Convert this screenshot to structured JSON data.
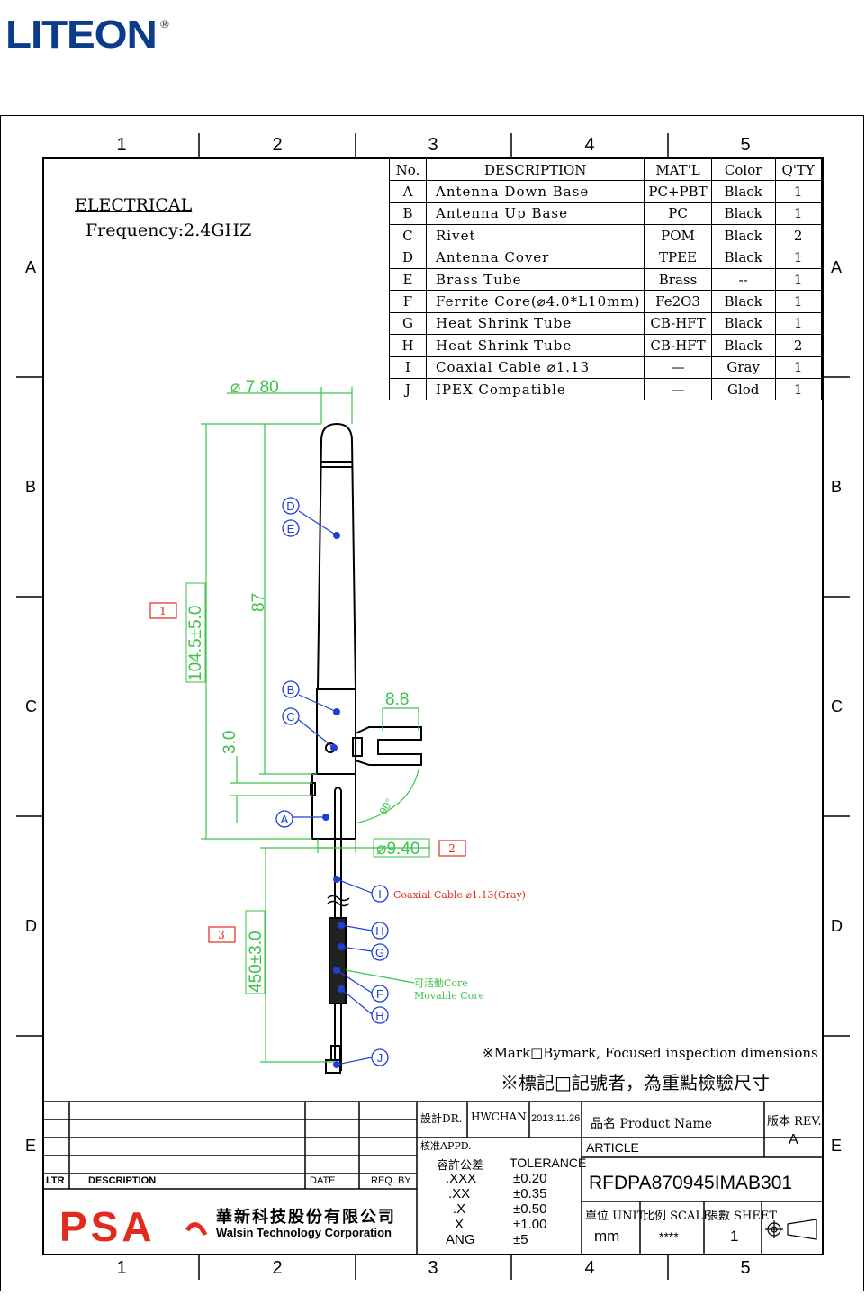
{
  "logo": {
    "text": "LITEON",
    "mark": "®"
  },
  "zones": {
    "numbers": [
      "1",
      "2",
      "3",
      "4",
      "5"
    ],
    "letters": [
      "A",
      "B",
      "C",
      "D",
      "E"
    ]
  },
  "electrical": {
    "title": "ELECTRICAL",
    "frequency": "Frequency:2.4GHZ"
  },
  "bom": {
    "headers": [
      "No.",
      "DESCRIPTION",
      "MAT'L",
      "Color",
      "Q'TY"
    ],
    "rows": [
      [
        "A",
        "Antenna Down Base",
        "PC+PBT",
        "Black",
        "1"
      ],
      [
        "B",
        "Antenna Up Base",
        "PC",
        "Black",
        "1"
      ],
      [
        "C",
        "Rivet",
        "POM",
        "Black",
        "2"
      ],
      [
        "D",
        "Antenna Cover",
        "TPEE",
        "Black",
        "1"
      ],
      [
        "E",
        "Brass Tube",
        "Brass",
        "--",
        "1"
      ],
      [
        "F",
        "Ferrite Core(⌀4.0*L10mm)",
        "Fe2O3",
        "Black",
        "1"
      ],
      [
        "G",
        "Heat Shrink Tube",
        "CB-HFT",
        "Black",
        "1"
      ],
      [
        "H",
        "Heat Shrink Tube",
        "CB-HFT",
        "Black",
        "2"
      ],
      [
        "I",
        "Coaxial Cable ⌀1.13",
        "—",
        "Gray",
        "1"
      ],
      [
        "J",
        "IPEX Compatible",
        "—",
        "Glod",
        "1"
      ]
    ]
  },
  "dimensions": {
    "dia_top": "⌀ 7.80",
    "len_total": "104.5±5.0",
    "len_cover": "87",
    "offset": "3.0",
    "width_base": "8.8",
    "angle": "90°",
    "dia_base": "⌀9.40",
    "len_cable": "450±3.0",
    "mark1": "1",
    "mark2": "2",
    "mark3": "3"
  },
  "callouts": {
    "D": "D",
    "E": "E",
    "B": "B",
    "C": "C",
    "A": "A",
    "I": "I",
    "H1": "H",
    "G": "G",
    "F": "F",
    "H2": "H",
    "J": "J",
    "cable_label": "Coaxial Cable ⌀1.13(Gray)",
    "core_label_cn": "可活動Core",
    "core_label_en": "Movable Core"
  },
  "notes": {
    "en": "※Mark□Bymark, Focused inspection dimensions",
    "cn": "※標記□記號者，為重點檢驗尺寸"
  },
  "title_block": {
    "design_label": "設計DR.",
    "designer": "HWCHAN",
    "date": "2013.11.26",
    "approve_label": "核准APPD.",
    "product_label": "品名 Product Name",
    "article_label": "ARTICLE",
    "rev_label": "版本 REV.",
    "rev": "A",
    "tol_label_cn": "容許公差",
    "tol_label_en": "TOLERANCE",
    "tol_keys": [
      ".XXX",
      ".XX",
      ".X",
      "X",
      "ANG"
    ],
    "tol_vals": [
      "±0.20",
      "±0.35",
      "±0.50",
      "±1.00",
      "±5"
    ],
    "part_no": "RFDPA870945IMAB301",
    "unit_label": "單位 UNIT",
    "unit": "mm",
    "scale_label": "比例 SCALE",
    "scale": "****",
    "sheet_label": "張數 SHEET",
    "sheet": "1",
    "ltr": "LTR",
    "description": "DESCRIPTION",
    "date_col": "DATE",
    "req_by": "REQ. BY",
    "company_logo": "PSA",
    "company_cn": "華新科技股份有限公司",
    "company_en": "Walsin Technology Corporation"
  }
}
